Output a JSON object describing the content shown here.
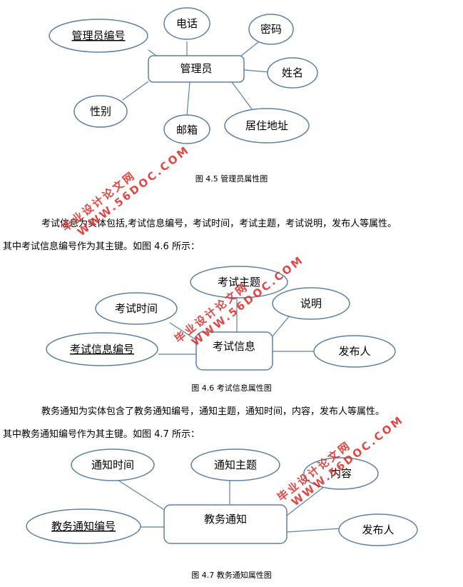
{
  "fig45": {
    "entity": "管理员",
    "attrs": {
      "phone": "电话",
      "password": "密码",
      "admin_id": "管理员编号",
      "name": "姓名",
      "gender": "性别",
      "email": "邮箱",
      "address": "居住地址"
    },
    "caption": "图 4.5 管理员属性图"
  },
  "para1": {
    "line1": "考试信息为实体包括,考试信息编号，考试时间，考试主题，考试说明，发布人等属性。",
    "line2": "其中考试信息编号作为其主键。如图 4.6 所示："
  },
  "fig46": {
    "entity": "考试信息",
    "attrs": {
      "topic": "考试主题",
      "time": "考试时间",
      "desc": "说明",
      "id": "考试信息编号",
      "publisher": "发布人"
    },
    "caption": "图 4.6 考试信息属性图"
  },
  "para2": {
    "line1": "教务通知为实体包含了教务通知编号，通知主题，通知时间，内容，发布人等属性。",
    "line2": "其中教务通知编号作为其主键。如图 4.7 所示："
  },
  "fig47": {
    "entity": "教务通知",
    "attrs": {
      "time": "通知时间",
      "topic": "通知主题",
      "content": "内容",
      "id": "教务通知编号",
      "publisher": "发布人"
    },
    "caption": "图 4.7 教务通知属性图"
  },
  "watermarks": {
    "site_name": "毕业设计论文网",
    "site_url": "WWW.56DOC.COM"
  }
}
